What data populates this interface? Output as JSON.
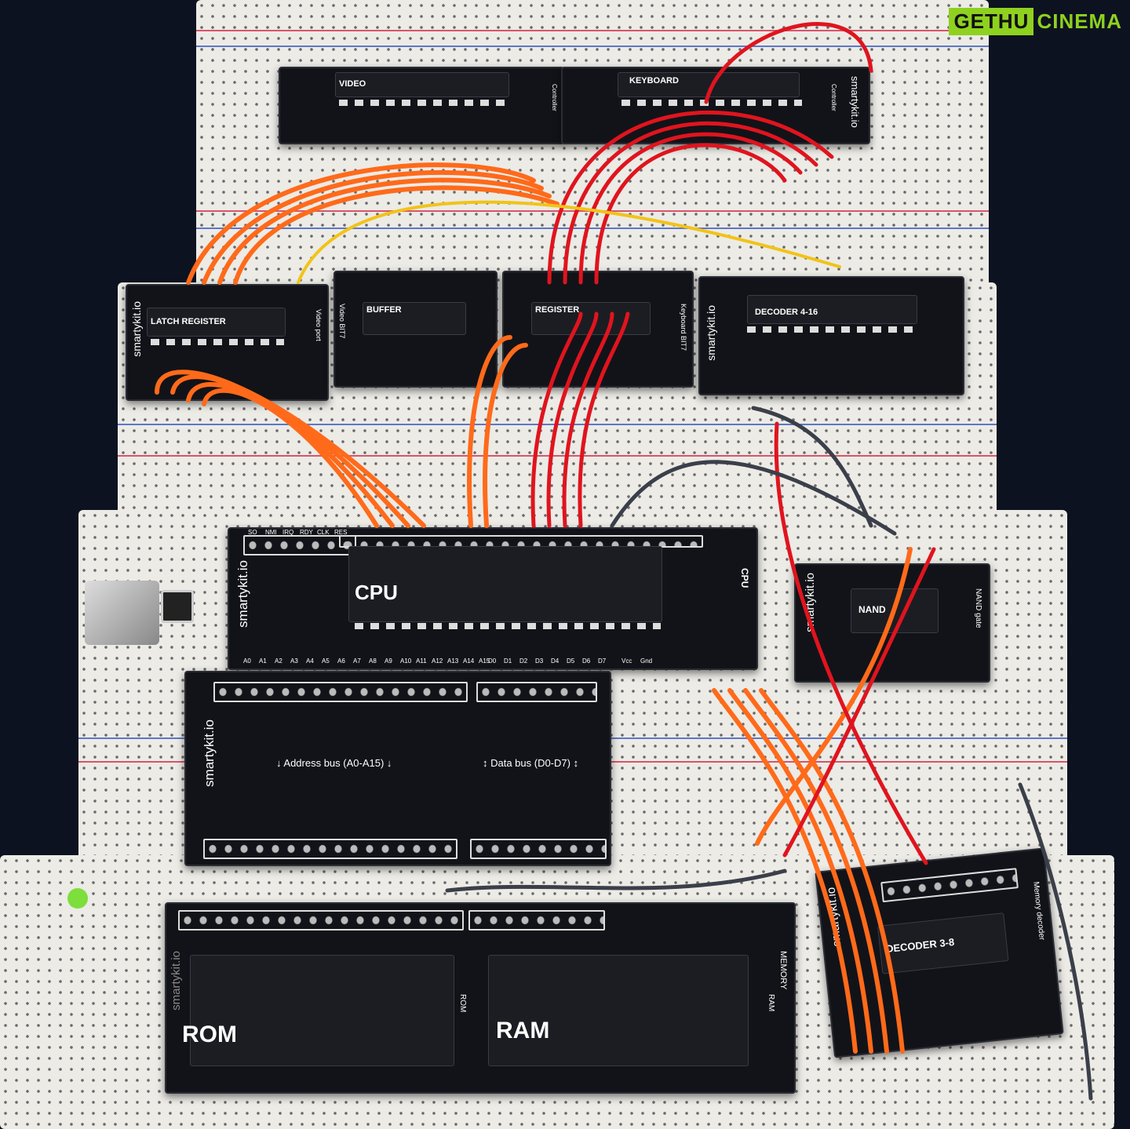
{
  "watermark": {
    "part1": "GETHU",
    "part2": "CINEMA"
  },
  "boards": {
    "video": {
      "title": "VIDEO",
      "side": "Controller"
    },
    "keyboard": {
      "title": "KEYBOARD",
      "side": "Controller",
      "brand": "smartykit.io"
    },
    "latch": {
      "title": "LATCH REGISTER",
      "brand": "smartykit.io",
      "port": "Video port"
    },
    "buffer": {
      "title": "BUFFER",
      "port": "Video BIT7"
    },
    "register": {
      "title": "REGISTER",
      "port": "Keyboard BIT7"
    },
    "decoder416": {
      "title": "DECODER 4-16",
      "brand": "smartykit.io"
    },
    "cpu": {
      "title": "CPU",
      "brand": "smartykit.io",
      "side": "CPU",
      "top_pins": [
        "RES",
        "CLK",
        "RDY",
        "IRQ",
        "NMI",
        "SO"
      ],
      "addr_pins": [
        "A0",
        "A1",
        "A2",
        "A3",
        "A4",
        "A5",
        "A6",
        "A7",
        "A8",
        "A9",
        "A10",
        "A11",
        "A12",
        "A13",
        "A14",
        "A15"
      ],
      "data_pins": [
        "D0",
        "D1",
        "D2",
        "D3",
        "D4",
        "D5",
        "D6",
        "D7"
      ],
      "power_pins": [
        "Vcc",
        "Gnd"
      ]
    },
    "bus": {
      "address": "↓ Address bus (A0-A15) ↓",
      "data": "↕ Data bus (D0-D7) ↕",
      "brand": "smartykit.io"
    },
    "nand": {
      "title": "NAND",
      "side": "NAND gate",
      "brand": "smartykit.io"
    },
    "memory": {
      "rom": "ROM",
      "ram": "RAM",
      "side": "MEMORY",
      "rom_side": "ROM",
      "ram_side": "RAM",
      "brand": "smartykit.io"
    },
    "decoder38": {
      "title": "DECODER 3-8",
      "side": "Memory decoder",
      "brand": "smartykit.io"
    }
  },
  "colors": {
    "board": "#121318",
    "breadboard": "#ecebe6",
    "wire_orange": "#ff6a1a",
    "wire_red": "#e0141e",
    "accent": "#8ed11f"
  }
}
